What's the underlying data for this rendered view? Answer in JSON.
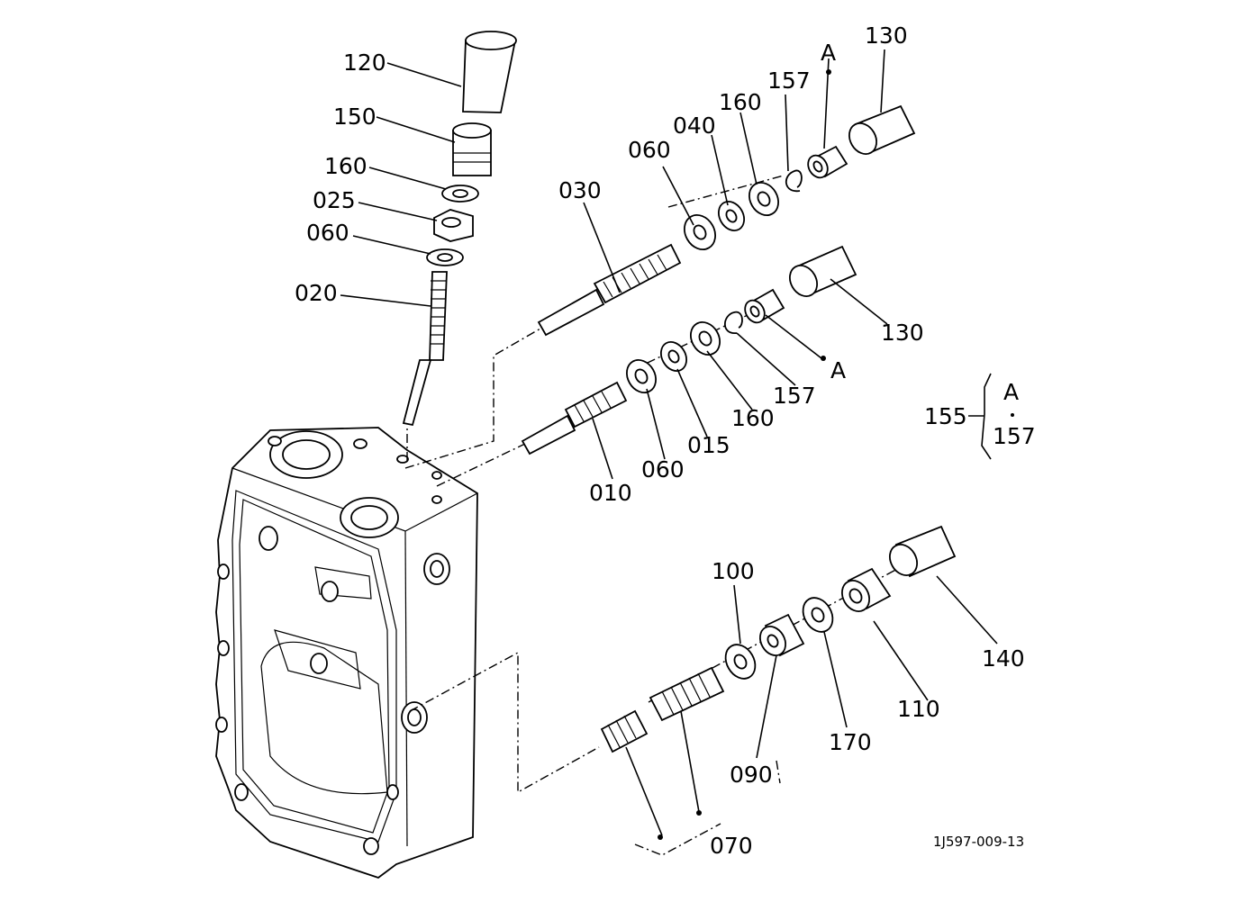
{
  "drawing_ref": "1J597-009-13",
  "callouts": {
    "c120": "120",
    "c150": "150",
    "c160_left": "160",
    "c025": "025",
    "c060_left": "060",
    "c020": "020",
    "c030": "030",
    "c060_top": "060",
    "c040": "040",
    "c160_top": "160",
    "c157_top": "157",
    "c_a_top": "A",
    "c130_top": "130",
    "c130_mid": "130",
    "c_a_mid": "A",
    "c157_mid": "157",
    "c160_mid": "160",
    "c015": "015",
    "c060_mid": "060",
    "c010": "010",
    "c155": "155",
    "c_a_set": "A",
    "c157_set": "157",
    "c100": "100",
    "c140": "140",
    "c110": "110",
    "c170": "170",
    "c090": "090",
    "c070": "070"
  }
}
